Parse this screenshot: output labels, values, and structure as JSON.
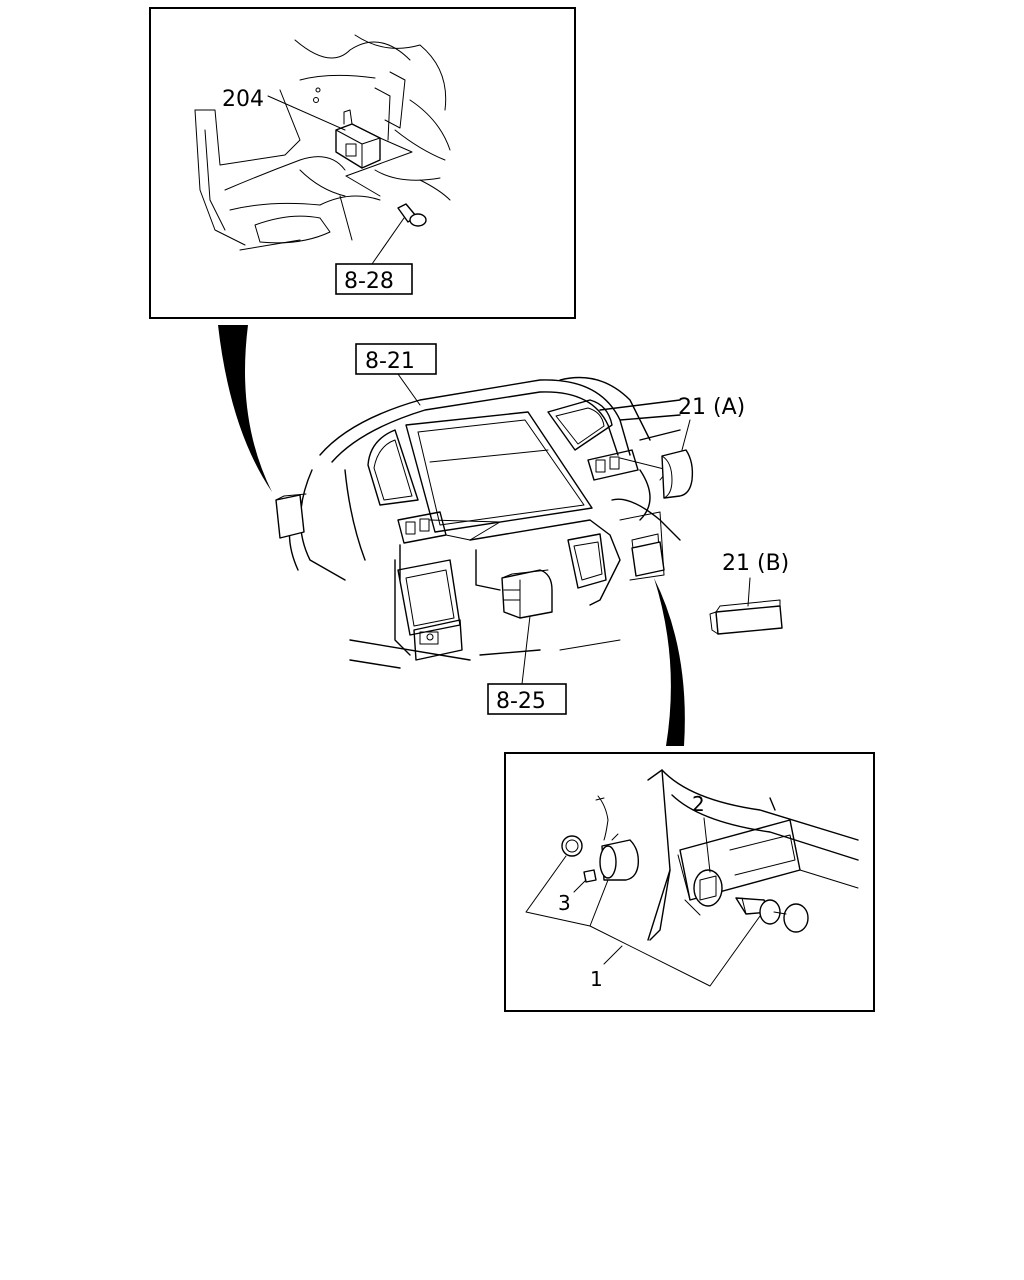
{
  "labels": {
    "inset_top_callout": "204",
    "inset_top_ref": "8-28",
    "dash_ref_top": "8-21",
    "dash_ref_bottom": "8-25",
    "part_21a": "21 (A)",
    "part_21b": "21 (B)",
    "inset_bottom_part_2": "2",
    "inset_bottom_part_3": "3",
    "inset_bottom_part_1": "1"
  }
}
